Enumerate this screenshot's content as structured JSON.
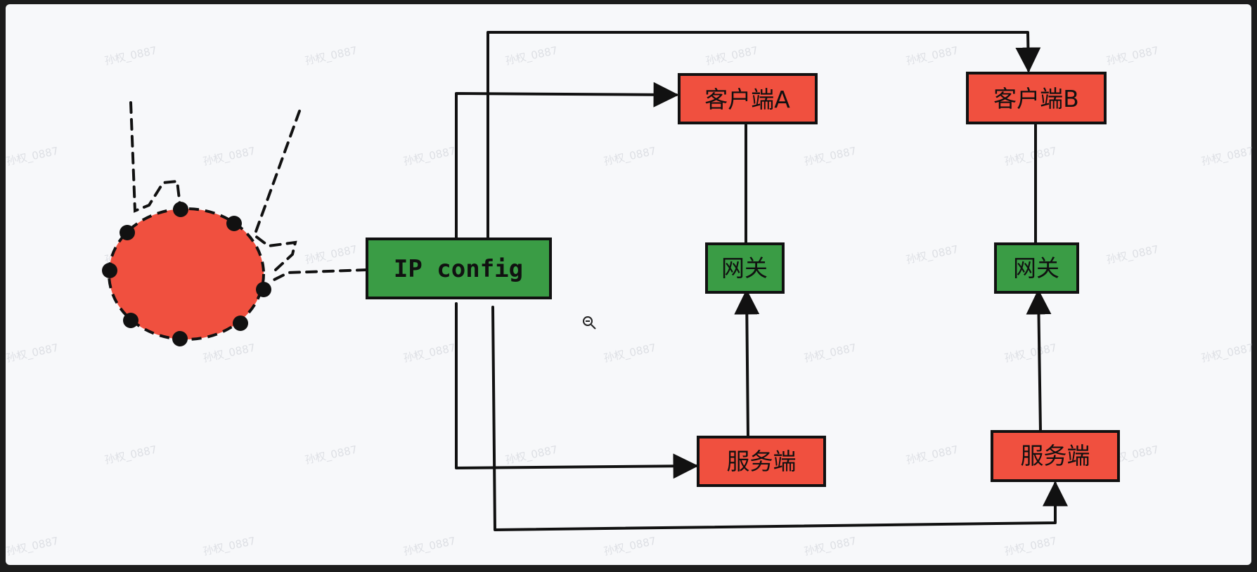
{
  "colors": {
    "canvas": "#f7f8fa",
    "frame": "#1c1c1c",
    "red_node": "#f0503f",
    "green_node": "#3a9c45",
    "line": "#111111"
  },
  "watermark_text": "孙权_0887",
  "nodes": {
    "ip_config": "IP config",
    "client_a": "客户端A",
    "client_b": "客户端B",
    "gateway_a": "网关",
    "gateway_b": "网关",
    "server_a": "服务端",
    "server_b": "服务端"
  },
  "icons": {
    "cursor": "zoom-out-icon",
    "hub": "red-circle-node"
  }
}
